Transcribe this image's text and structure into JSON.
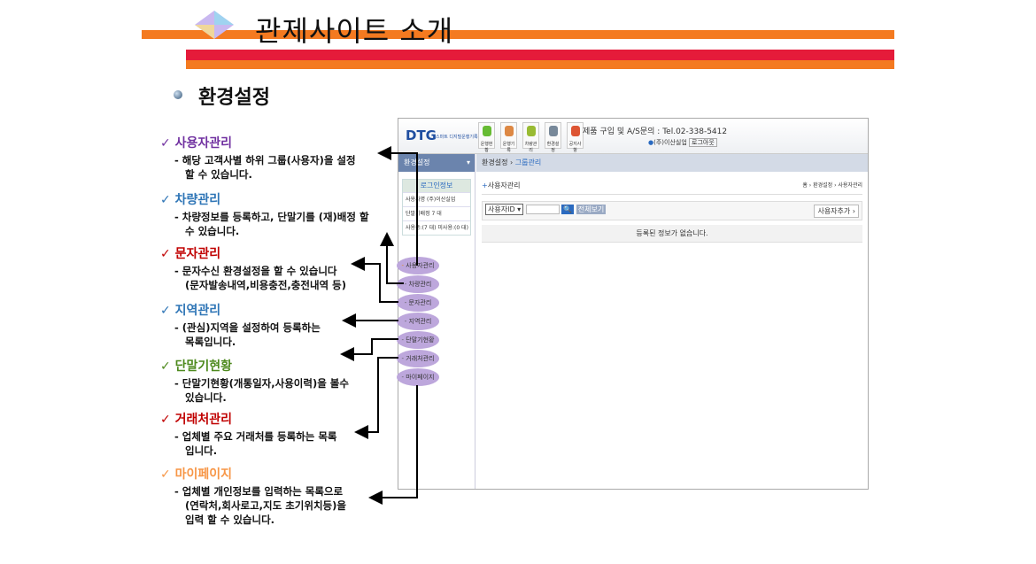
{
  "title": "관제사이트 소개",
  "subtitle": "환경설정",
  "items": [
    {
      "title": "사용자관리",
      "color": "#7030a0",
      "desc": [
        "- 해당 고객사별 하위 그룹(사용자)을 설정",
        "할 수 있습니다."
      ]
    },
    {
      "title": "차량관리",
      "color": "#2e75b6",
      "desc": [
        "- 차량정보를 등록하고, 단말기를 (재)배정 할",
        "수 있습니다."
      ]
    },
    {
      "title": "문자관리",
      "color": "#c00000",
      "desc": [
        "- 문자수신 환경설정을 할 수 있습니다",
        "(문자발송내역,비용충전,충전내역 등)"
      ]
    },
    {
      "title": "지역관리",
      "color": "#2e75b6",
      "desc": [
        "- (관심)지역을 설정하여 등록하는",
        "목록입니다."
      ]
    },
    {
      "title": "단말기현황",
      "color": "#4e8a1e",
      "desc": [
        "- 단말기현황(개통일자,사용이력)을 볼수",
        "있습니다."
      ]
    },
    {
      "title": "거래처관리",
      "color": "#c00000",
      "desc": [
        "- 업체별 주요 거래처를 등록하는 목록",
        "입니다."
      ]
    },
    {
      "title": "마이페이지",
      "color": "#f79646",
      "desc": [
        "- 업체별 개인정보를 입력하는 목록으로",
        "(연락처,회사로고,지도 초기위치등)을",
        "입력 할 수 있습니다."
      ]
    }
  ],
  "screen": {
    "logo": "DTG",
    "logo_sub": "스마트 디지털운행기록계",
    "toolbar": [
      "운행현황",
      "운행기록",
      "차량관리",
      "환경설정",
      "공지사항"
    ],
    "contact": "제품 구입 및 A/S문의 : Tel.02-338-5412",
    "company": "(주)이산실업",
    "logout": "로그아웃",
    "side_title": "환경설정",
    "login_info": "로그인정보",
    "info_rows": [
      [
        "사용자명",
        "(주)이산실업"
      ],
      [
        "단말기배정",
        "7 대"
      ],
      [
        "사용중:(7 대) 미사용:(0 대)",
        ""
      ]
    ],
    "menu": [
      "사용자관리",
      "차량관리",
      "문자관리",
      "지역관리",
      "단말기현황",
      "거래처관리",
      "마이페이지"
    ],
    "breadcrumb": [
      "환경설정",
      "그룹관리"
    ],
    "section": "사용자관리",
    "path": "홈 › 환경설정 › 사용자관리",
    "select": "사용자ID",
    "reset": "전체보기",
    "add": "사용자추가 ›",
    "empty": "등록된 정보가 없습니다."
  }
}
